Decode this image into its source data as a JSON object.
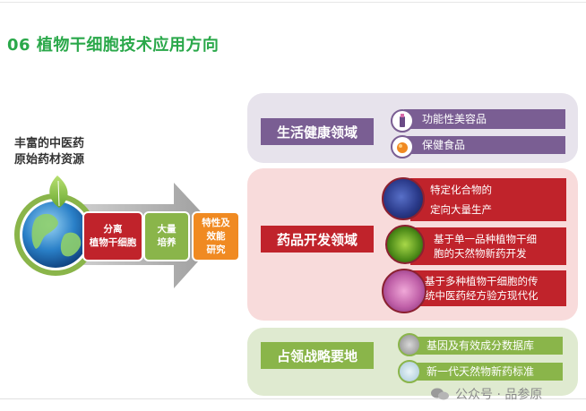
{
  "slide": {
    "title": "06 植物干细胞技术应用方向",
    "resource_line1": "丰富的中医药",
    "resource_line2": "原始药材资源"
  },
  "process_steps": [
    {
      "line1": "分离",
      "line2": "植物干细胞"
    },
    {
      "line1": "大量",
      "line2": "培养"
    },
    {
      "line1": "特性及",
      "line2": "效能",
      "line3": "研究"
    }
  ],
  "categories": [
    {
      "label": "生活健康领域",
      "items": [
        {
          "line1": "功能性美容品",
          "icon": "cosmetics-icon"
        },
        {
          "line1": "保健食品",
          "icon": "health-food-icon"
        }
      ]
    },
    {
      "label": "药品开发领域",
      "items": [
        {
          "line1": "特定化合物的",
          "line2": "定向大量生产",
          "icon": "molecule-icon"
        },
        {
          "line1": "基于单一品种植物干细",
          "line2": "胞的天然物新药开发",
          "icon": "virus-icon"
        },
        {
          "line1": "基于多种植物干细胞的传",
          "line2": "统中医药经方验方现代化",
          "icon": "cell-icon"
        }
      ]
    },
    {
      "label": "占领战略要地",
      "items": [
        {
          "line1": "基因及有效成分数据库",
          "icon": "dna-icon"
        },
        {
          "line1": "新一代天然物新药标准",
          "icon": "herb-icon"
        }
      ]
    }
  ],
  "watermark": "公众号 · 品参原",
  "colors": {
    "title_green": "#2aa84a",
    "purple": "#7a5e93",
    "red": "#c0232b",
    "green": "#8ab54a",
    "orange": "#f08a22"
  }
}
